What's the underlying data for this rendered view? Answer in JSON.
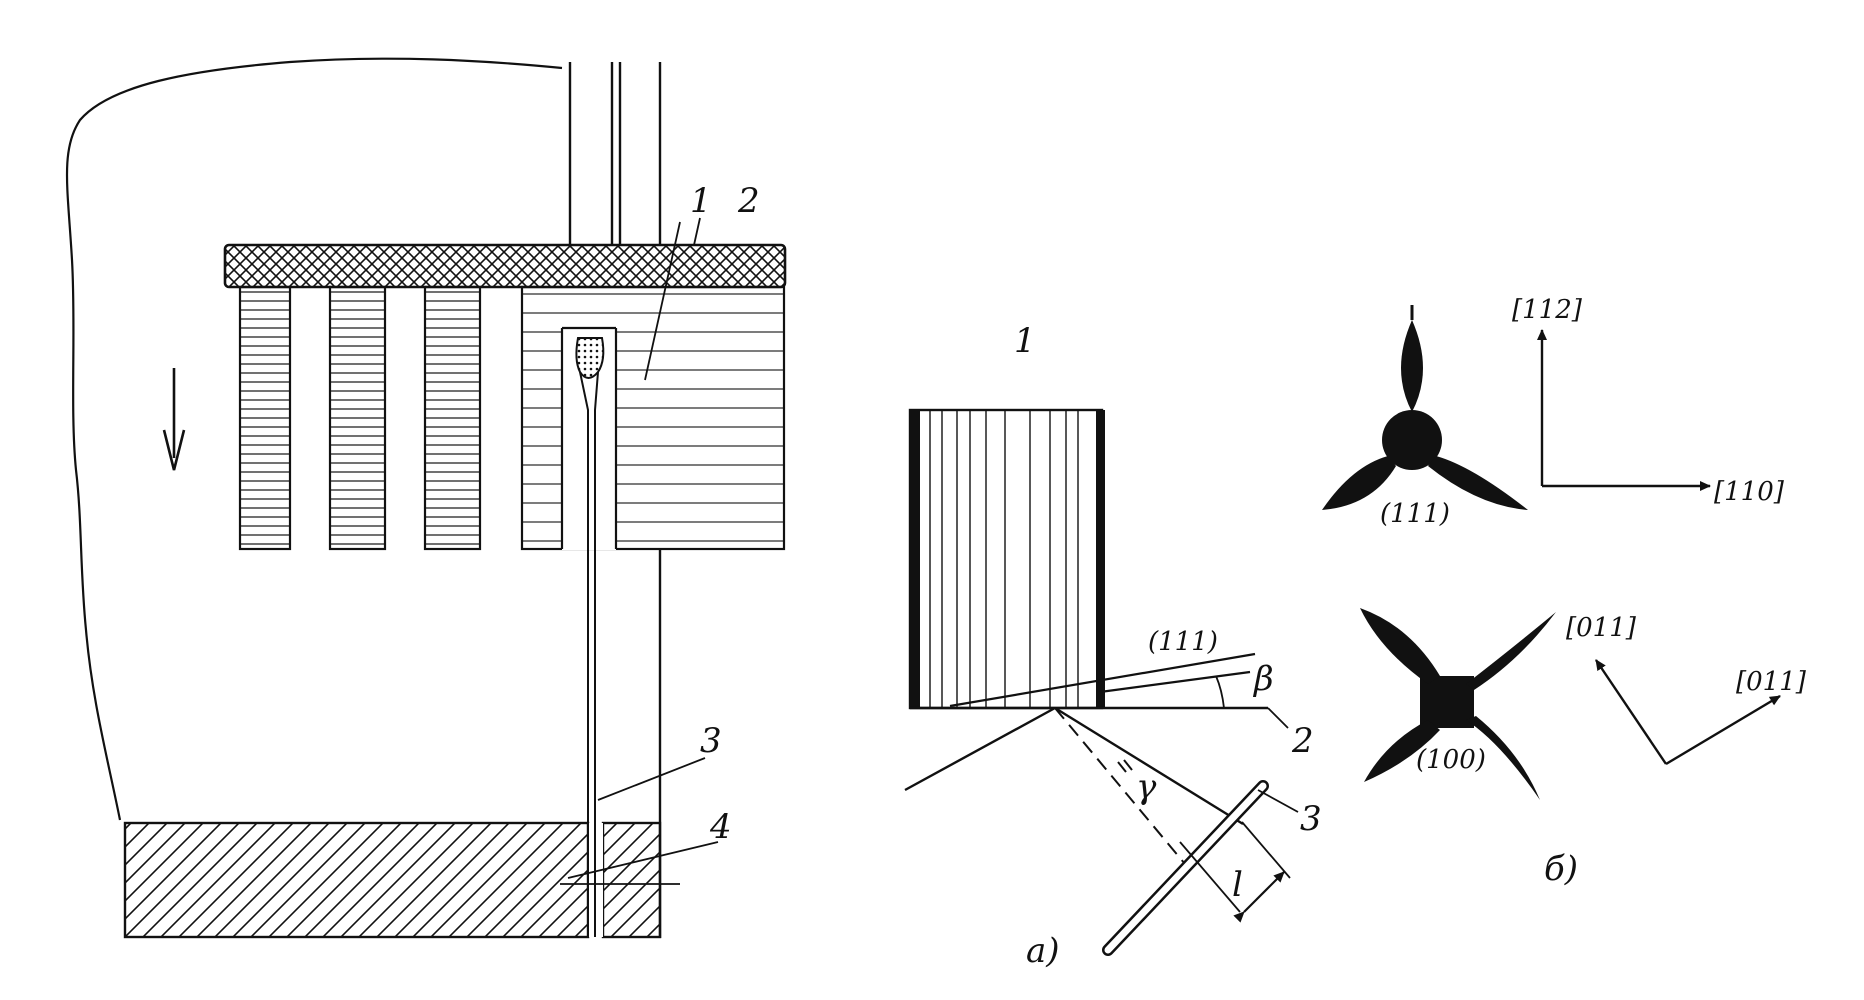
{
  "left_figure": {
    "labels": {
      "l1": "1",
      "l2": "2",
      "l3": "3",
      "l4": "4"
    }
  },
  "panel_a": {
    "caption": "а)",
    "labels": {
      "l1": "1",
      "l2": "2",
      "l3": "3",
      "plane": "(111)",
      "beta": "β",
      "gamma": "γ",
      "length": "l"
    }
  },
  "panel_b": {
    "caption": "б)",
    "labels": {
      "p111": "(111)",
      "p100": "(100)",
      "d112": "[112]",
      "d110": "[110]",
      "d011a": "[011]",
      "d011b": "[011]"
    }
  }
}
